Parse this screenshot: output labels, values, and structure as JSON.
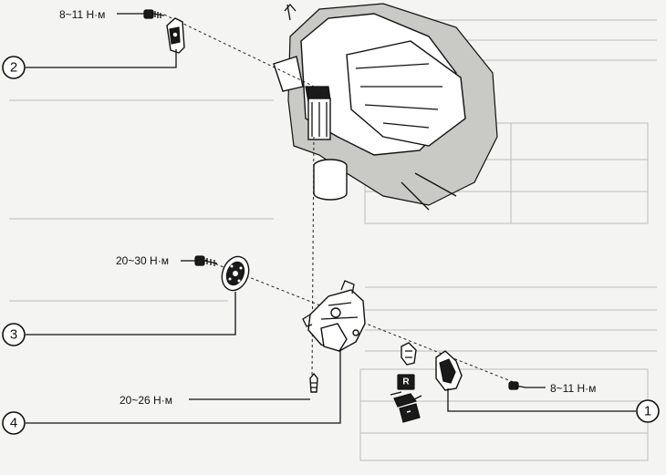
{
  "torque_labels": {
    "top_left": "8~11 Н·м",
    "middle_left": "20~30 Н·м",
    "bottom_left": "20~26 Н·м",
    "right": "8~11 Н·м"
  },
  "callouts": [
    "1",
    "2",
    "3",
    "4"
  ],
  "badges": {
    "replace": "R"
  }
}
